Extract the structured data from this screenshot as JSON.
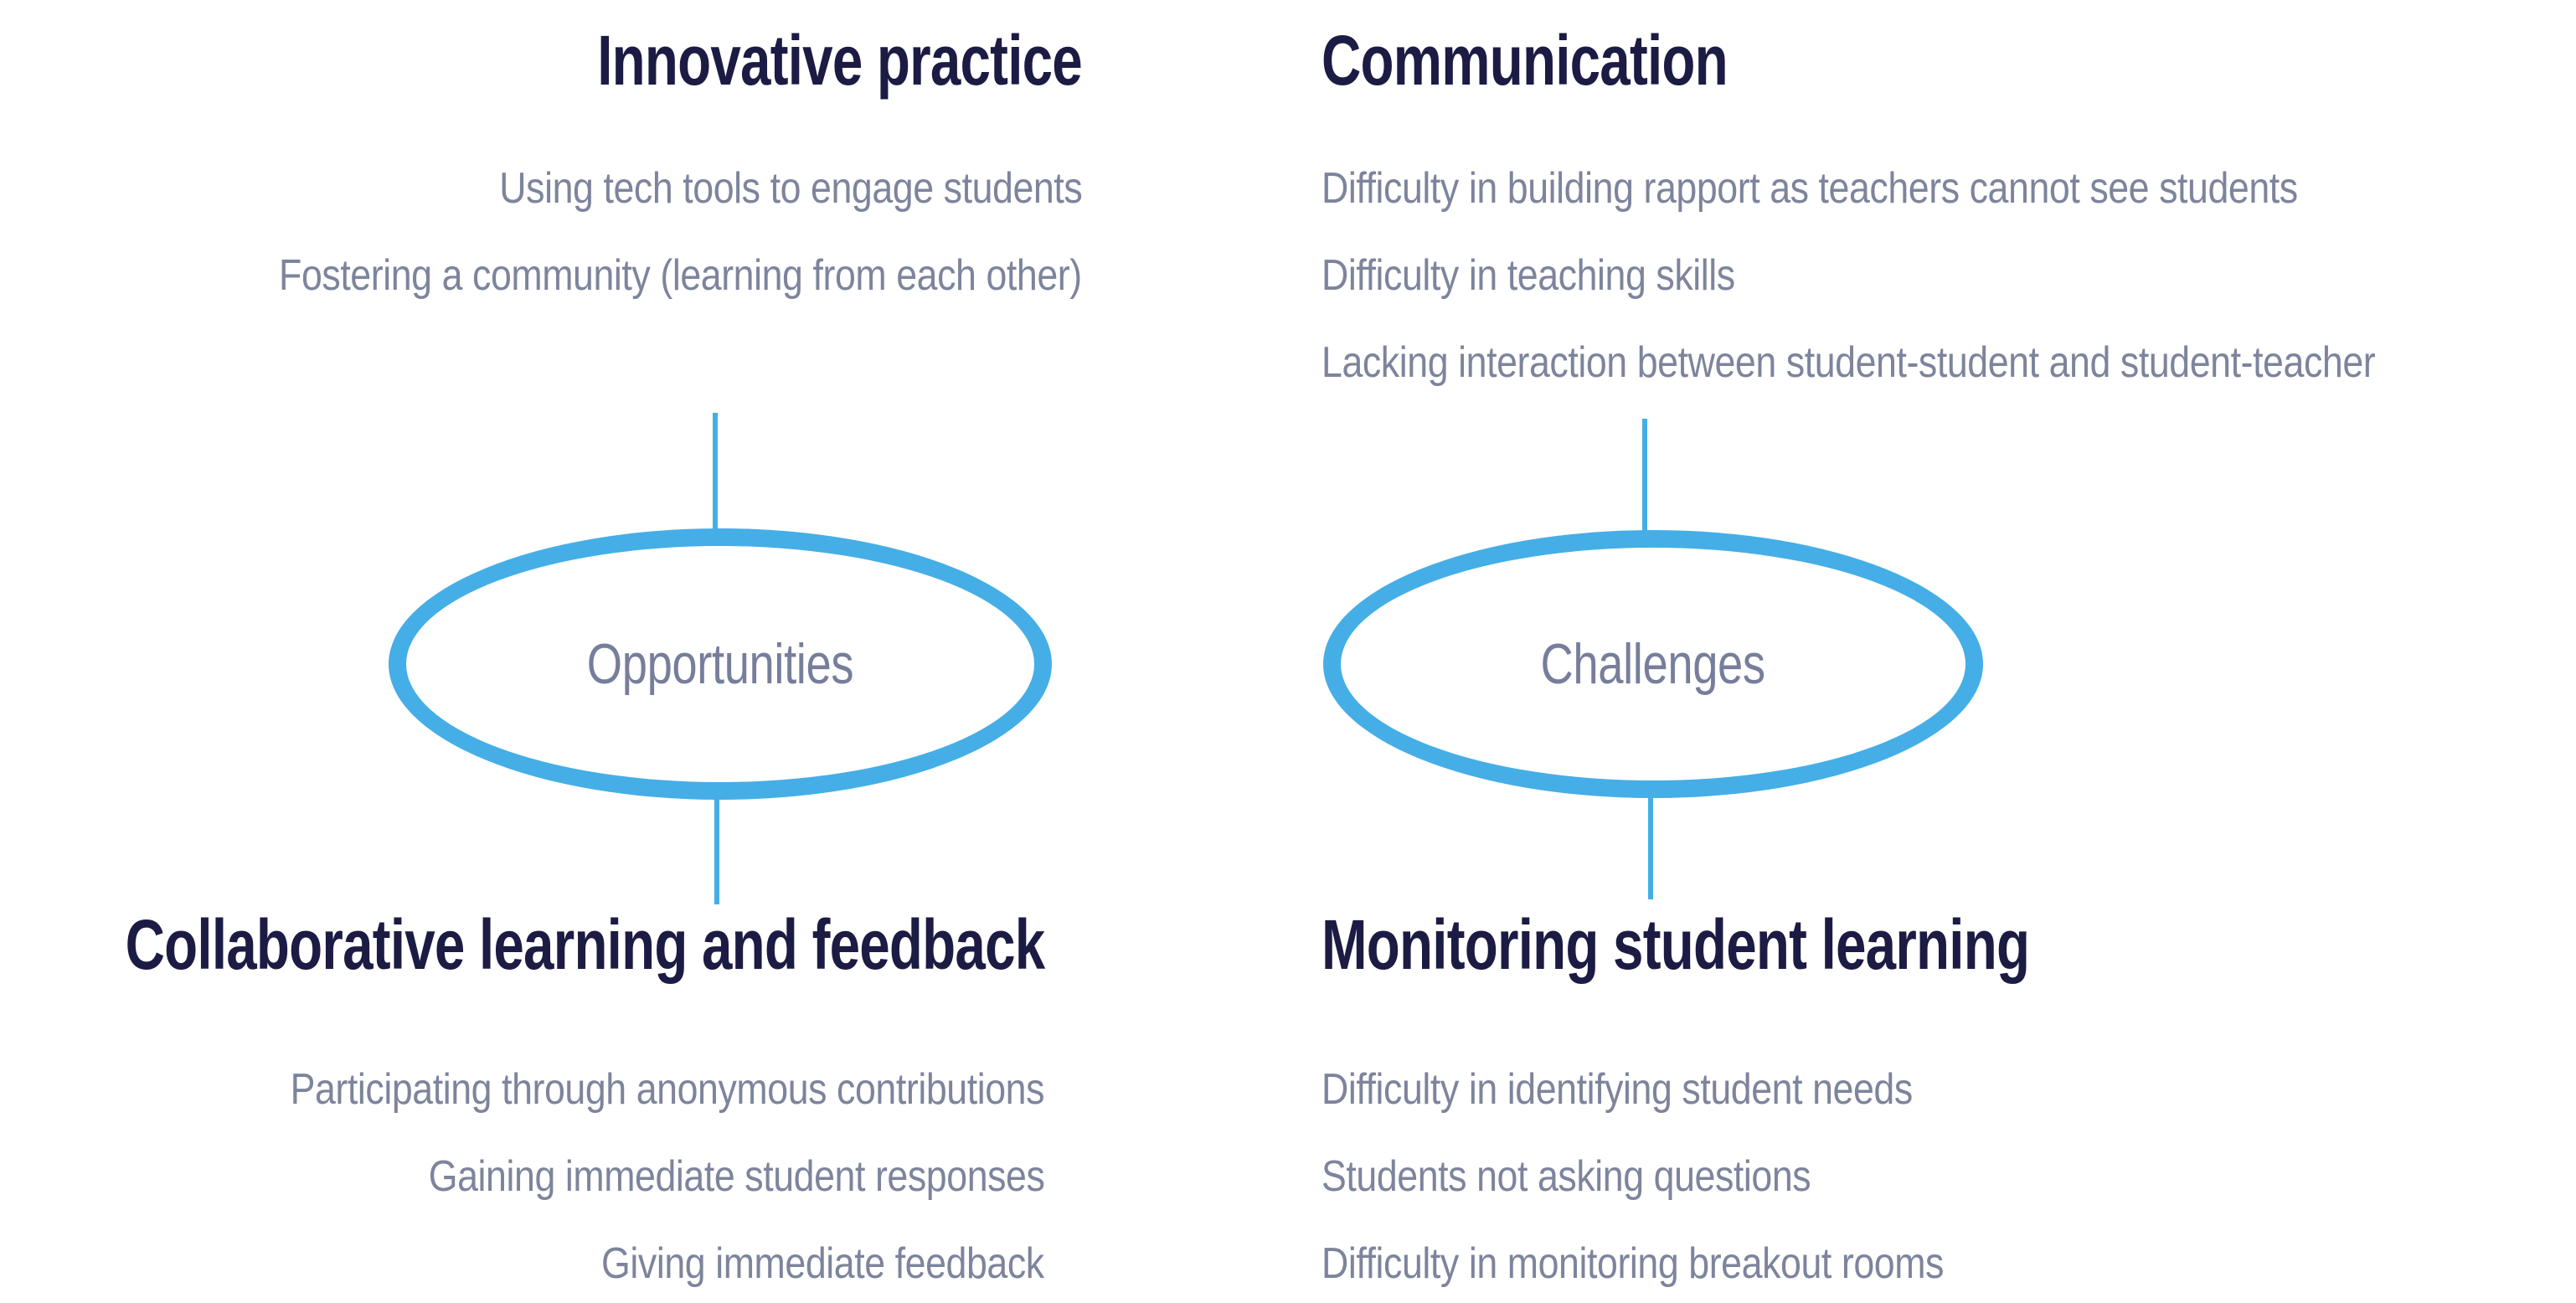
{
  "colors": {
    "accent_blue": "#45aee6",
    "heading_navy": "#1b1b44",
    "body_gray": "#7d849c"
  },
  "left": {
    "node": "Opportunities",
    "top": {
      "title": "Innovative practice",
      "items": [
        "Using tech tools to engage students",
        "Fostering a community (learning from each other)"
      ]
    },
    "bottom": {
      "title": "Collaborative learning and feedback",
      "items": [
        "Participating through anonymous contributions",
        "Gaining immediate student responses",
        "Giving immediate feedback"
      ]
    }
  },
  "right": {
    "node": "Challenges",
    "top": {
      "title": "Communication",
      "items": [
        "Difficulty in building rapport as teachers cannot see students",
        "Difficulty in teaching skills",
        "Lacking interaction between student-student and student-teacher"
      ]
    },
    "bottom": {
      "title": "Monitoring student learning",
      "items": [
        "Difficulty in identifying student needs",
        "Students not asking questions",
        "Difficulty in monitoring breakout rooms"
      ]
    }
  }
}
